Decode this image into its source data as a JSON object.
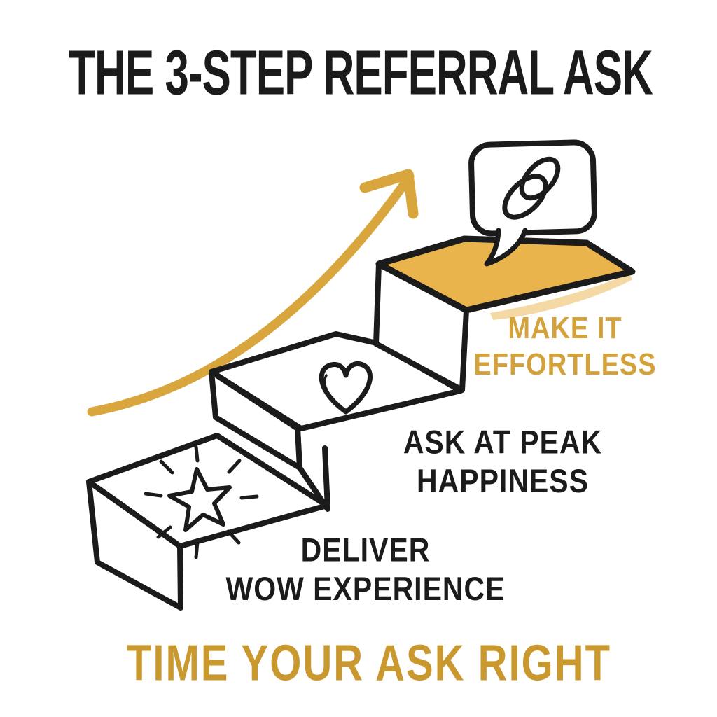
{
  "title": {
    "text": "THE 3-STEP REFERRAL ASK",
    "color": "#1b1b1b"
  },
  "tagline": {
    "text": "TIME YOUR ASK RIGHT",
    "color": "#c9992f"
  },
  "steps": [
    {
      "id": 1,
      "icon": "sparkle-star-icon",
      "label_line1": "DELIVER",
      "label_line2": "WOW EXPERIENCE",
      "label_color": "#1b1b1b",
      "top_fill": "#ffffff"
    },
    {
      "id": 2,
      "icon": "heart-icon",
      "label_line1": "ASK AT PEAK",
      "label_line2": "HAPPINESS",
      "label_color": "#1b1b1b",
      "top_fill": "#ffffff"
    },
    {
      "id": 3,
      "icon": "link-icon",
      "label_line1": "MAKE IT",
      "label_line2": "EFFORTLESS",
      "label_color": "#d3a23b",
      "top_fill": "#eab44c"
    }
  ],
  "decorations": {
    "growth_arrow": {
      "icon": "growth-arrow-icon",
      "color": "#d9a63e",
      "direction": "up-right"
    },
    "speech_bubble": {
      "icon": "speech-bubble",
      "contains": "link-icon",
      "fill": "#ffffff"
    }
  },
  "colors": {
    "ink": "#1b1b1b",
    "gold_accent": "#d9a63e",
    "gold_step_fill": "#eab44c",
    "gold_text": "#d3a23b",
    "gold_tagline": "#c9992f",
    "background": "#ffffff"
  }
}
